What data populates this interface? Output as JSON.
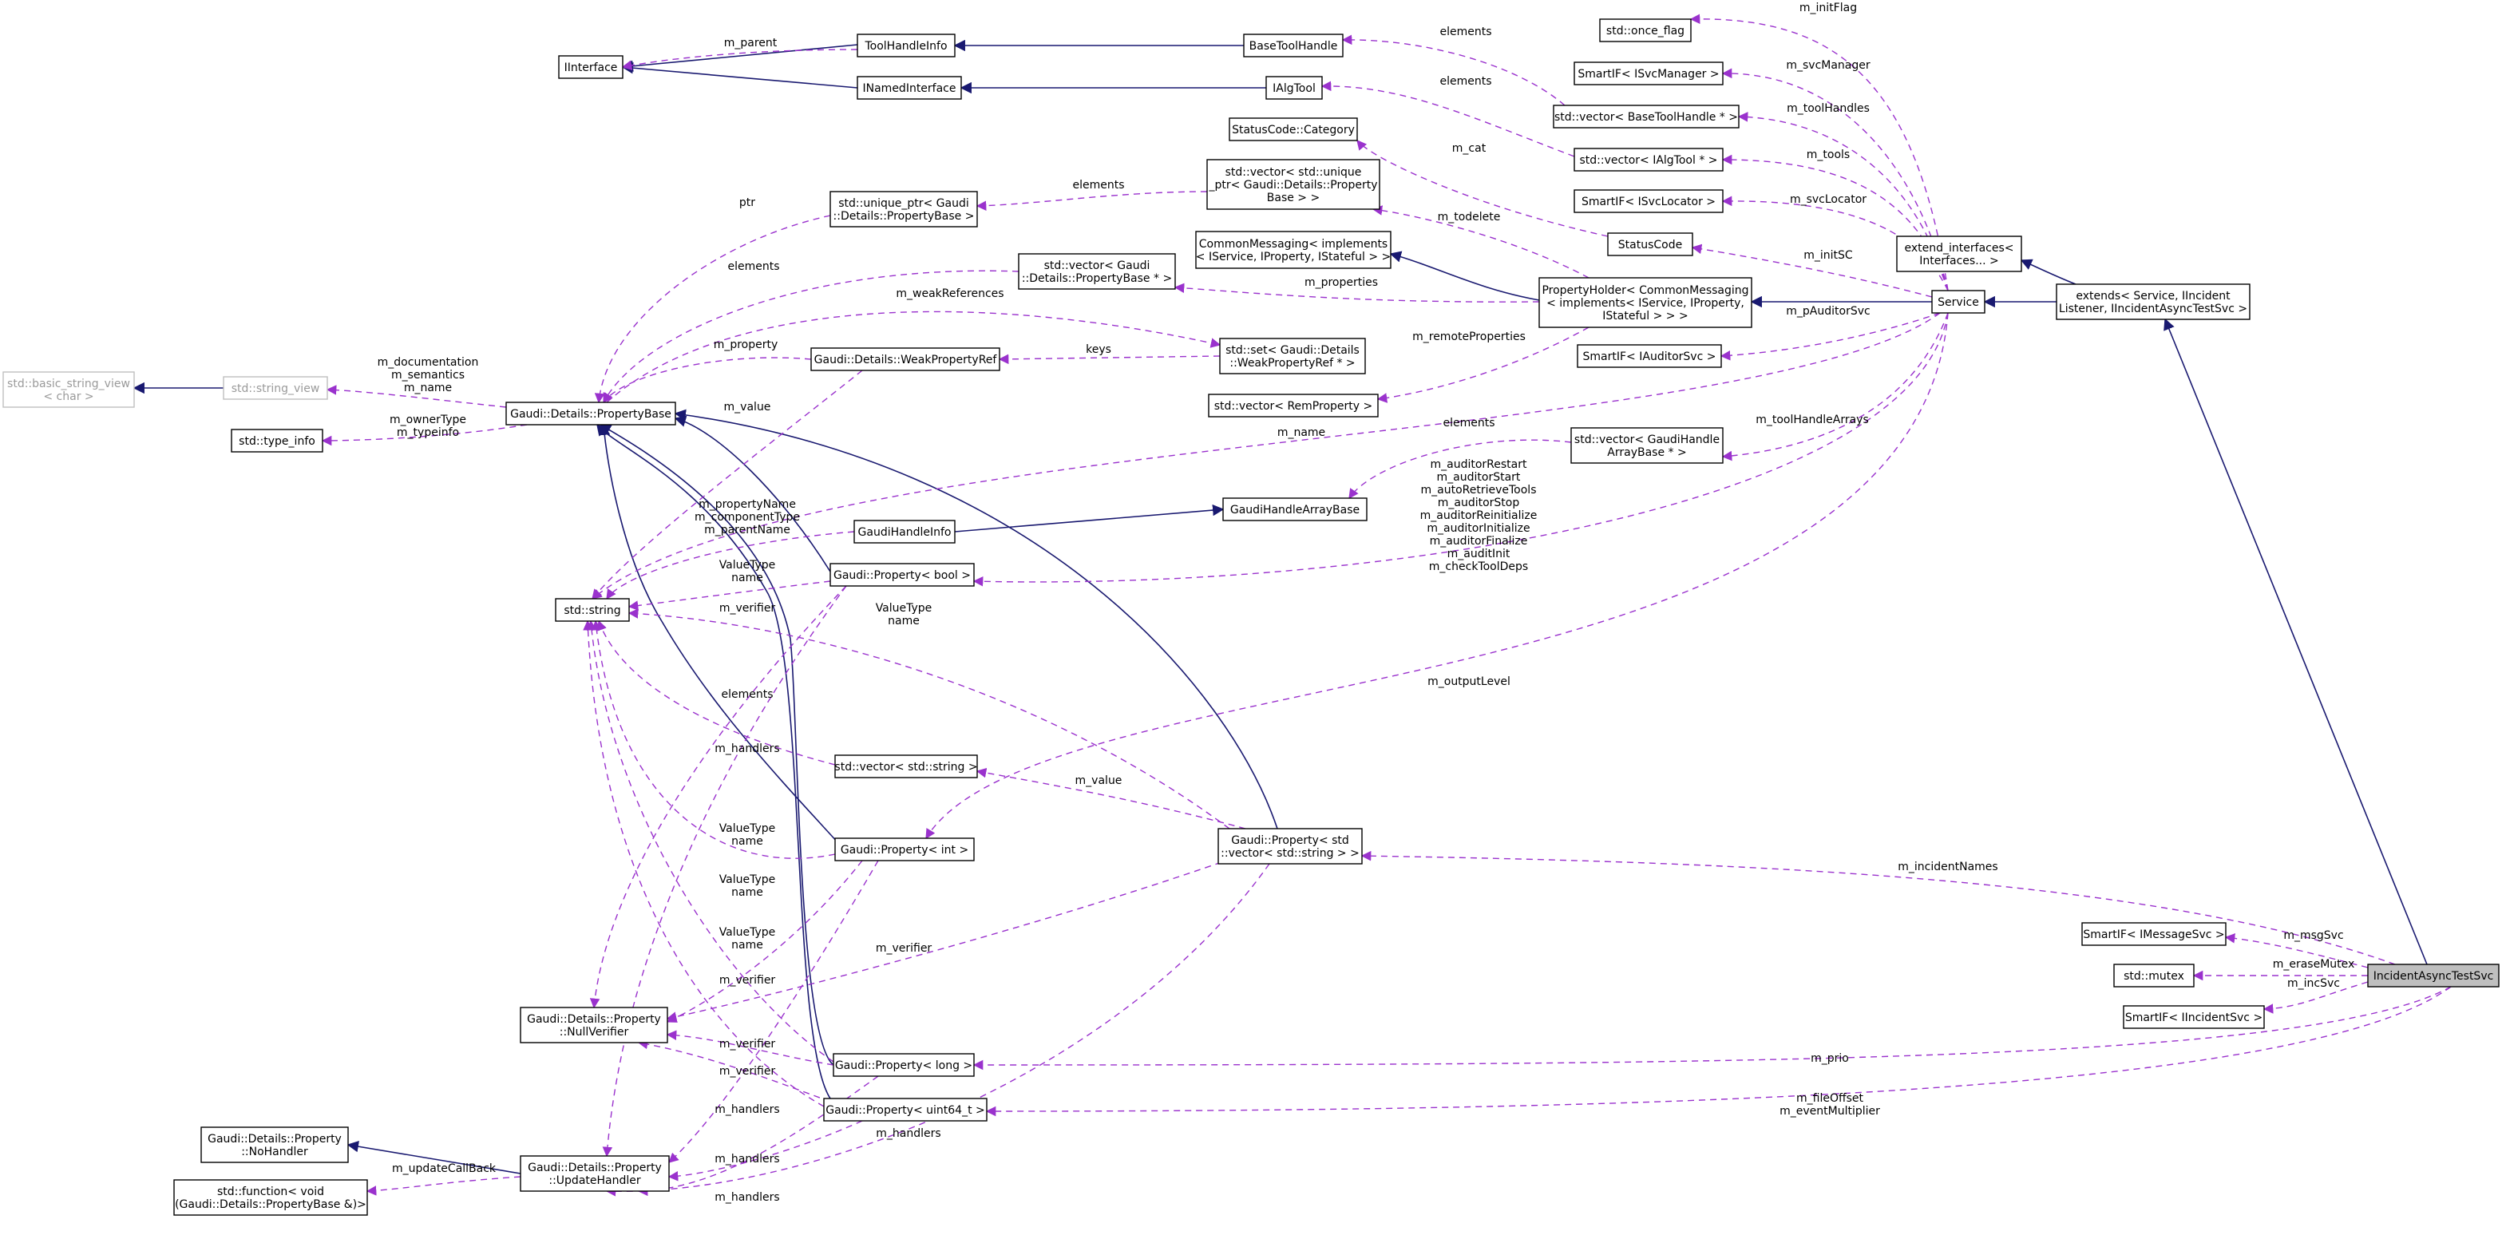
{
  "nodes": {
    "iinterface": [
      "IInterface"
    ],
    "toolhandleinfo": [
      "ToolHandleInfo"
    ],
    "inamedinterface": [
      "INamedInterface"
    ],
    "basetoolhandle": [
      "BaseToolHandle"
    ],
    "ialgtool": [
      "IAlgTool"
    ],
    "once_flag": [
      "std::once_flag"
    ],
    "smartif_isvcmanager": [
      "SmartIF< ISvcManager >"
    ],
    "vec_basetoolhandle": [
      "std::vector< BaseToolHandle * >"
    ],
    "vec_ialgtool": [
      "std::vector< IAlgTool * >"
    ],
    "smartif_isvclocator": [
      "SmartIF< ISvcLocator >"
    ],
    "statuscode_category": [
      "StatusCode::Category"
    ],
    "statuscode": [
      "StatusCode"
    ],
    "vec_unique_ptr_pb": [
      "std::vector< std::unique",
      "_ptr< Gaudi::Details::Property",
      "Base > >"
    ],
    "unique_ptr_pb": [
      "std::unique_ptr< Gaudi",
      "::Details::PropertyBase >"
    ],
    "commonmessaging": [
      "CommonMessaging< implements",
      "< IService, IProperty, IStateful > >"
    ],
    "vec_pb_ptr": [
      "std::vector< Gaudi",
      "::Details::PropertyBase * >"
    ],
    "propertyholder": [
      "PropertyHolder< CommonMessaging",
      "< implements< IService, IProperty,",
      "IStateful > > >"
    ],
    "extend_interfaces": [
      "extend_interfaces<",
      "Interfaces... >"
    ],
    "service": [
      "Service"
    ],
    "extends": [
      "extends< Service, IIncident",
      "Listener, IIncidentAsyncTestSvc >"
    ],
    "smartif_iauditorsvc": [
      "SmartIF< IAuditorSvc >"
    ],
    "basic_string_view": [
      "std::basic_string_view",
      "< char >"
    ],
    "string_view": [
      "std::string_view"
    ],
    "weakpropertyref": [
      "Gaudi::Details::WeakPropertyRef"
    ],
    "set_weakpropertyref": [
      "std::set< Gaudi::Details",
      "::WeakPropertyRef * >"
    ],
    "vec_remproperty": [
      "std::vector< RemProperty >"
    ],
    "propertybase": [
      "Gaudi::Details::PropertyBase"
    ],
    "type_info": [
      "std::type_info"
    ],
    "vec_gaudihandlearraybase": [
      "std::vector< GaudiHandle",
      "ArrayBase * >"
    ],
    "gaudihandlearraybase": [
      "GaudiHandleArrayBase"
    ],
    "gaudihandleinfo": [
      "GaudiHandleInfo"
    ],
    "property_bool": [
      "Gaudi::Property< bool >"
    ],
    "string": [
      "std::string"
    ],
    "vec_string": [
      "std::vector< std::string >"
    ],
    "property_vec_string": [
      "Gaudi::Property< std",
      "::vector< std::string > >"
    ],
    "property_int": [
      "Gaudi::Property< int >"
    ],
    "smartif_imessagesvc": [
      "SmartIF< IMessageSvc >"
    ],
    "mutex": [
      "std::mutex"
    ],
    "incidentasynctestsvc": [
      "IncidentAsyncTestSvc"
    ],
    "smartif_iincidentsvc": [
      "SmartIF< IIncidentSvc >"
    ],
    "nullverifier": [
      "Gaudi::Details::Property",
      "::NullVerifier"
    ],
    "property_long": [
      "Gaudi::Property< long >"
    ],
    "property_uint64": [
      "Gaudi::Property< uint64_t >"
    ],
    "nohandler": [
      "Gaudi::Details::Property",
      "::NoHandler"
    ],
    "updatehandler": [
      "Gaudi::Details::Property",
      "::UpdateHandler"
    ],
    "std_function": [
      "std::function< void",
      "(Gaudi::Details::PropertyBase &)>"
    ]
  },
  "edge_labels": {
    "m_initflag": [
      "m_initFlag"
    ],
    "elements_bth": [
      "elements"
    ],
    "m_parent": [
      "m_parent"
    ],
    "m_svcmanager": [
      "m_svcManager"
    ],
    "elements_ialg": [
      "elements"
    ],
    "m_toolhandles": [
      "m_toolHandles"
    ],
    "m_tools": [
      "m_tools"
    ],
    "m_cat": [
      "m_cat"
    ],
    "elements_upb": [
      "elements"
    ],
    "ptr": [
      "ptr"
    ],
    "m_svclocator": [
      "m_svcLocator"
    ],
    "m_todelete": [
      "m_todelete"
    ],
    "m_initsc": [
      "m_initSC"
    ],
    "elements_pbptr": [
      "elements"
    ],
    "m_properties": [
      "m_properties"
    ],
    "m_pauditorsvc": [
      "m_pAuditorSvc"
    ],
    "m_weakreferences": [
      "m_weakReferences"
    ],
    "m_remoteproperties": [
      "m_remoteProperties"
    ],
    "m_property": [
      "m_property"
    ],
    "keys": [
      "keys"
    ],
    "m_documentation": [
      "m_documentation",
      "m_semantics",
      "m_name"
    ],
    "m_ownertype": [
      "m_ownerType",
      "m_typeinfo"
    ],
    "m_value_top": [
      "m_value"
    ],
    "m_name": [
      "m_name"
    ],
    "elements_gha": [
      "elements"
    ],
    "m_toolhandlearrays": [
      "m_toolHandleArrays"
    ],
    "m_auditors": [
      "m_auditorRestart",
      "m_auditorStart",
      "m_autoRetrieveTools",
      "m_auditorStop",
      "m_auditorReinitialize",
      "m_auditorInitialize",
      "m_auditorFinalize",
      "m_auditInit",
      "m_checkToolDeps"
    ],
    "m_propertyname": [
      "m_propertyName",
      "m_componentType",
      "m_parentName"
    ],
    "valuetype_bool": [
      "ValueType",
      "name"
    ],
    "m_verifier_bool": [
      "m_verifier"
    ],
    "valuetype_vec": [
      "ValueType",
      "name"
    ],
    "elements_str": [
      "elements"
    ],
    "m_outputlevel": [
      "m_outputLevel"
    ],
    "m_handlers_bool": [
      "m_handlers"
    ],
    "m_value_vec": [
      "m_value"
    ],
    "valuetype_int": [
      "ValueType",
      "name"
    ],
    "m_incidentnames": [
      "m_incidentNames"
    ],
    "valuetype_long": [
      "ValueType",
      "name"
    ],
    "valuetype_u64": [
      "ValueType",
      "name"
    ],
    "m_verifier_vec": [
      "m_verifier"
    ],
    "m_msgsvc": [
      "m_msgSvc"
    ],
    "m_verifier_int": [
      "m_verifier"
    ],
    "m_erasemutex": [
      "m_eraseMutex"
    ],
    "m_incsvc": [
      "m_incSvc"
    ],
    "m_verifier_long": [
      "m_verifier"
    ],
    "m_verifier_u64": [
      "m_verifier"
    ],
    "m_prio": [
      "m_prio"
    ],
    "m_handlers_int": [
      "m_handlers"
    ],
    "m_fileoffset": [
      "m_fileOffset",
      "m_eventMultiplier"
    ],
    "m_handlers_u64": [
      "m_handlers"
    ],
    "m_updatecallback": [
      "m_updateCallBack"
    ],
    "m_handlers_vec": [
      "m_handlers"
    ],
    "m_handlers_long": [
      "m_handlers"
    ]
  }
}
